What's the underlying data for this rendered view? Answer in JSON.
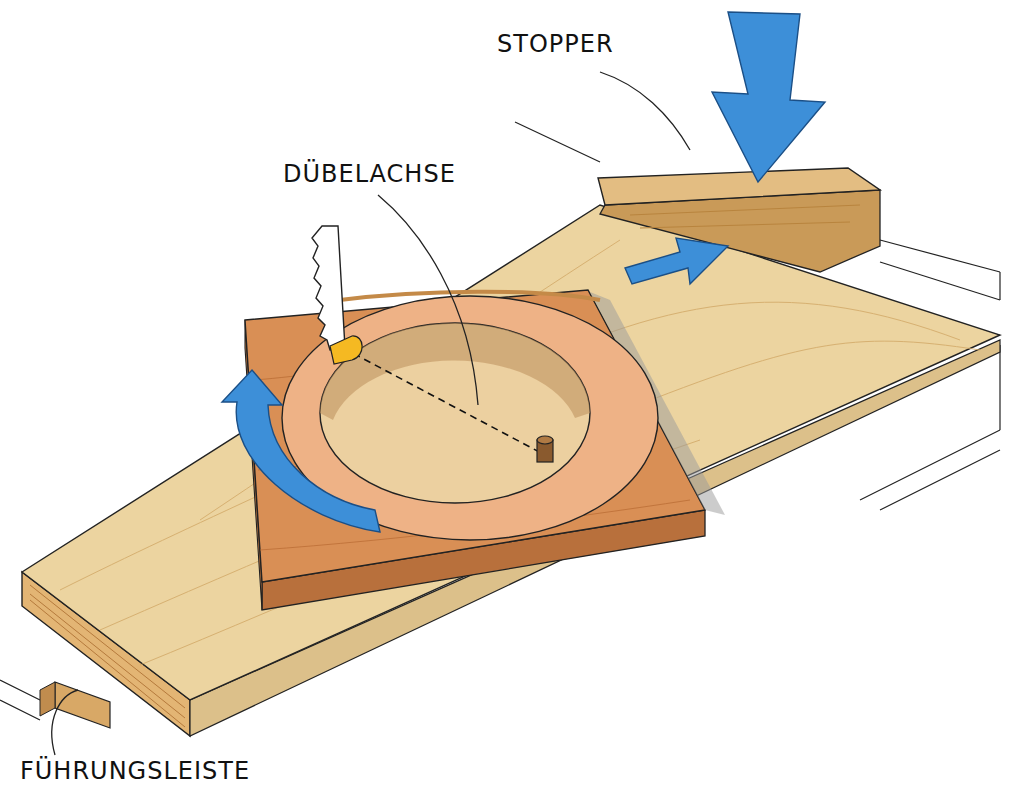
{
  "diagram": {
    "labels": [
      "STOPPER",
      "DÜBELACHSE",
      "FÜHRUNGSLEISTE"
    ]
  }
}
